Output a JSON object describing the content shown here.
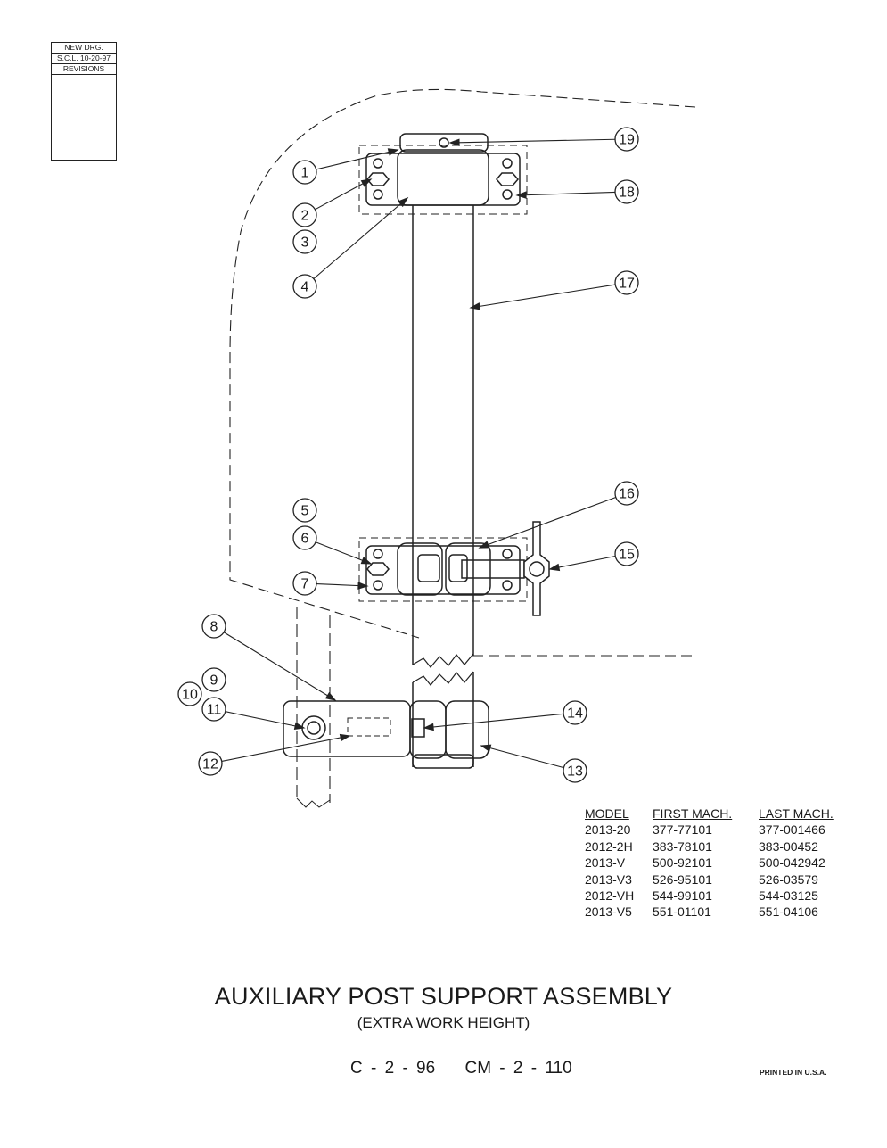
{
  "revision_block": {
    "line1": "NEW DRG.",
    "line2": "S.C.L. 10-20-97",
    "line3": "REVISIONS"
  },
  "callouts": [
    "1",
    "2",
    "3",
    "4",
    "5",
    "6",
    "7",
    "8",
    "9",
    "10",
    "11",
    "12",
    "13",
    "14",
    "15",
    "16",
    "17",
    "18",
    "19"
  ],
  "model_table": {
    "headers": [
      "MODEL",
      "FIRST MACH.",
      "LAST MACH."
    ],
    "rows": [
      [
        "2013-20",
        "377-77101",
        "377-001466"
      ],
      [
        "2012-2H",
        "383-78101",
        "383-00452"
      ],
      [
        "2013-V",
        "500-92101",
        "500-042942"
      ],
      [
        "2013-V3",
        "526-95101",
        "526-03579"
      ],
      [
        "2012-VH",
        "544-99101",
        "544-03125"
      ],
      [
        "2013-V5",
        "551-01101",
        "551-04106"
      ]
    ]
  },
  "title": "AUXILIARY POST SUPPORT ASSEMBLY",
  "subtitle": "(EXTRA WORK HEIGHT)",
  "drawing_codes": [
    "C - 2 - 96",
    "CM - 2 - 110"
  ],
  "printed_note": "PRINTED IN U.S.A."
}
